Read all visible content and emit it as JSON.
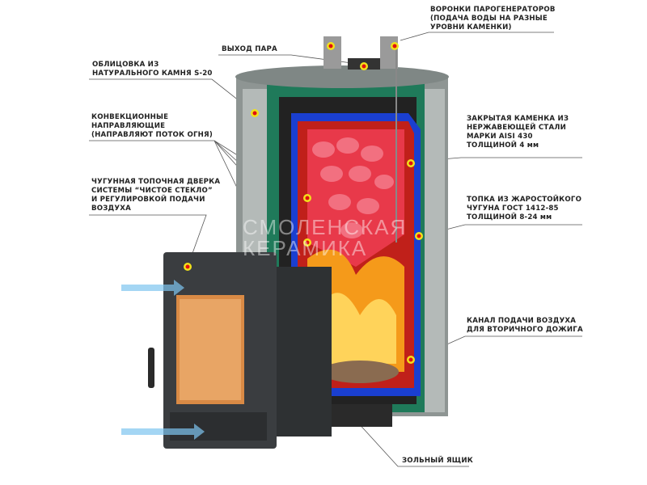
{
  "labels": {
    "steam_funnels": [
      "ВОРОНКИ ПАРОГЕНЕРАТОРОВ",
      "(ПОДАЧА ВОДЫ НА РАЗНЫЕ",
      "УРОВНИ КАМЕНКИ)"
    ],
    "steam_outlet": [
      "ВЫХОД ПАРА"
    ],
    "stone_cladding": [
      "ОБЛИЦОВКА ИЗ",
      "НАТУРАЛЬНОГО КАМНЯ S-20"
    ],
    "convection_guides": [
      "КОНВЕКЦИОННЫЕ",
      "НАПРАВЛЯЮЩИЕ",
      "(НАПРАВЛЯЮТ ПОТОК ОГНЯ)"
    ],
    "cast_iron_door": [
      "ЧУГУННАЯ ТОПОЧНАЯ ДВЕРКА",
      "СИСТЕМЫ “ЧИСТОЕ СТЕКЛО”",
      "И РЕГУЛИРОВКОЙ ПОДАЧИ",
      "ВОЗДУХА"
    ],
    "closed_heater": [
      "ЗАКРЫТАЯ КАМЕНКА ИЗ",
      "НЕРЖАВЕЮЩЕЙ СТАЛИ",
      "МАРКИ AISI 430",
      "ТОЛЩИНОЙ 4 мм"
    ],
    "firebox": [
      "ТОПКА ИЗ ЖАРОСТОЙКОГО",
      "ЧУГУНА ГОСТ 1412-85",
      "ТОЛЩИНОЙ 8-24 мм"
    ],
    "air_channel": [
      "КАНАЛ ПОДАЧИ ВОЗДУХА",
      "ДЛЯ ВТОРИЧНОГО ДОЖИГА"
    ],
    "ash_box": [
      "ЗОЛЬНЫЙ ЯЩИК"
    ]
  },
  "watermark": [
    "СМОЛЕНСКАЯ",
    "КЕРАМИКА"
  ],
  "colors": {
    "stone": "#8e9593",
    "green": "#1f7a5a",
    "heater_blue": "#1a3fd0",
    "firebox_red": "#c0201a",
    "stones": "#e8394a",
    "flame": "#f59a1a",
    "door": "#3a3d40",
    "glass": "#d98a45",
    "marker": "#f2e11a"
  }
}
